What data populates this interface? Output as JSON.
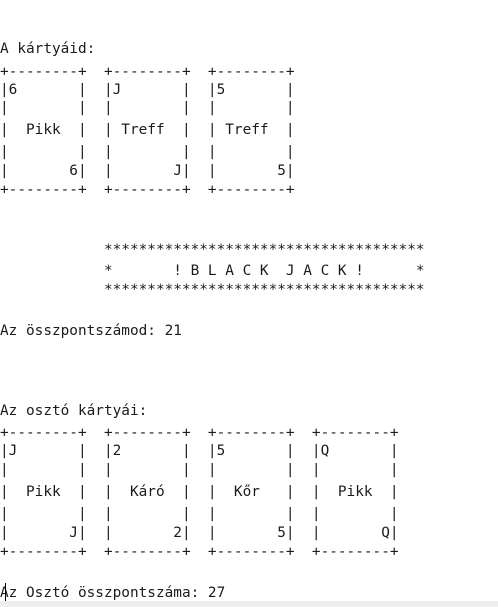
{
  "console": {
    "lines": [
      "A kártyáid:",
      "+--------+  +--------+  +--------+",
      "|6       |  |J       |  |5       |",
      "|        |  |        |  |        |",
      "|  Pikk  |  | Treff  |  | Treff  |",
      "|        |  |        |  |        |",
      "|       6|  |       J|  |       5|",
      "+--------+  +--------+  +--------+",
      "            *************************************",
      "            *       ! B L A C K  J A C K !      *",
      "            *************************************",
      "Az összpontszámod: 21",
      "Az osztó kártyái:",
      "+--------+  +--------+  +--------+  +--------+",
      "|J       |  |2       |  |5       |  |Q       |",
      "|        |  |        |  |        |  |        |",
      "|  Pikk  |  |  Káró  |  |  Kőr   |  |  Pikk  |",
      "|        |  |        |  |        |  |        |",
      "|       J|  |       2|  |       5|  |       Q|",
      "+--------+  +--------+  +--------+  +--------+",
      "Az Osztó összpontszáma: 27"
    ]
  }
}
